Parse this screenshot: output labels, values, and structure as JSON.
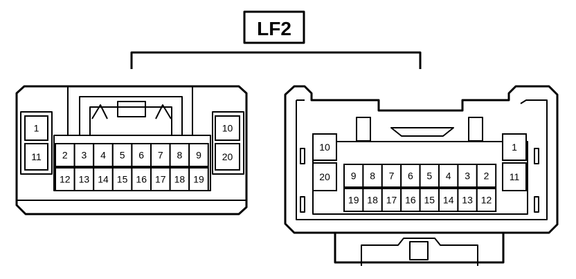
{
  "title": "LF2",
  "left_connector": {
    "side_pins": [
      "1",
      "11",
      "10",
      "20"
    ],
    "top_row": [
      "2",
      "3",
      "4",
      "5",
      "6",
      "7",
      "8",
      "9"
    ],
    "bottom_row": [
      "12",
      "13",
      "14",
      "15",
      "16",
      "17",
      "18",
      "19"
    ]
  },
  "right_connector": {
    "side_pins": [
      "10",
      "20",
      "1",
      "11"
    ],
    "top_row": [
      "9",
      "8",
      "7",
      "6",
      "5",
      "4",
      "3",
      "2"
    ],
    "bottom_row": [
      "19",
      "18",
      "17",
      "16",
      "15",
      "14",
      "13",
      "12"
    ]
  }
}
